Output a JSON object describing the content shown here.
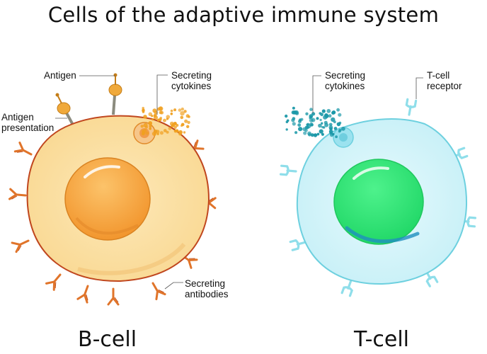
{
  "title": "Cells of the adaptive immune system",
  "cells": [
    {
      "name": "B-cell",
      "labels": {
        "antigen": "Antigen",
        "antigen_presentation": [
          "Antigen",
          "presentation"
        ],
        "secreting_cytokines": [
          "Secreting",
          "cytokines"
        ],
        "secreting_antibodies": [
          "Secreting",
          "antibodies"
        ]
      }
    },
    {
      "name": "T-cell",
      "labels": {
        "secreting_cytokines": [
          "Secreting",
          "cytokines"
        ],
        "tcell_receptor": [
          "T-cell",
          "receptor"
        ]
      }
    }
  ],
  "colors": {
    "bcell_membrane": "#c0461e",
    "bcell_cytoplasm": "#fbe1a8",
    "bcell_nucleus": "#f8ad48",
    "bcell_cytokines": "#f0a020",
    "antibody": "#e0742a",
    "tcell_membrane": "#6dd0df",
    "tcell_cytoplasm": "#d9f6fb",
    "tcell_nucleus": "#35e87a",
    "tcell_cytokines": "#1b98a8"
  }
}
